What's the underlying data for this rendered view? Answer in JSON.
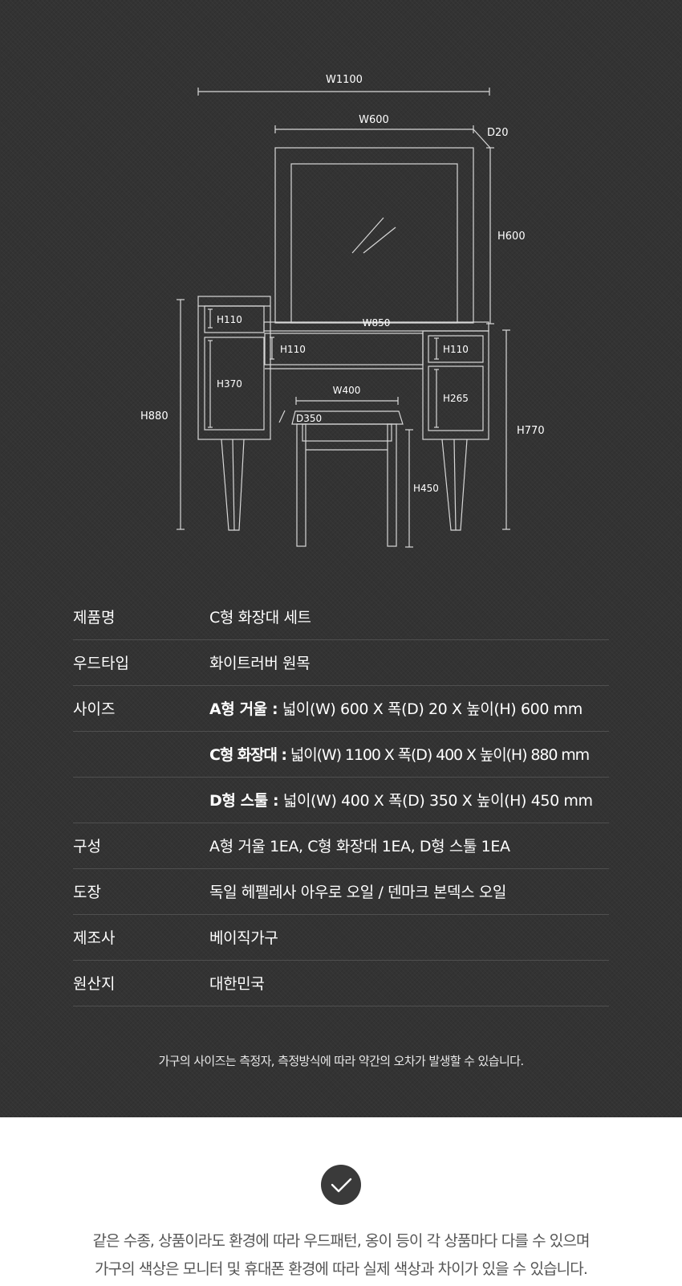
{
  "diagram": {
    "w1100": "W1100",
    "w600": "W600",
    "d20": "D20",
    "h600": "H600",
    "w850": "W850",
    "h110_left": "H110",
    "h370": "H370",
    "h110_center": "H110",
    "h110_right": "H110",
    "h265": "H265",
    "h880": "H880",
    "h770": "H770",
    "w400": "W400",
    "d350": "D350",
    "h450": "H450"
  },
  "spec": {
    "rows": [
      {
        "label": "제품명",
        "value": "C형 화장대 세트"
      },
      {
        "label": "우드타입",
        "value": "화이트러버 원목"
      },
      {
        "label": "사이즈",
        "bold": "A형 거울 :",
        "value": " 넓이(W) 600 X 폭(D) 20 X 높이(H) 600 mm"
      },
      {
        "label": "",
        "bold": "C형 화장대 :",
        "value": " 넓이(W) 1100 X 폭(D) 400 X 높이(H) 880 mm"
      },
      {
        "label": "",
        "bold": "D형 스툴 :",
        "value": " 넓이(W) 400 X 폭(D) 350 X 높이(H) 450 mm"
      },
      {
        "label": "구성",
        "value": "A형 거울 1EA, C형 화장대 1EA, D형 스툴 1EA"
      },
      {
        "label": "도장",
        "value": "독일 헤펠레사 아우로 오일 / 덴마크 본덱스 오일"
      },
      {
        "label": "제조사",
        "value": "베이직가구"
      },
      {
        "label": "원산지",
        "value": "대한민국"
      }
    ]
  },
  "note": "가구의 사이즈는 측정자, 측정방식에 따라 약간의 오차가 발생할 수 있습니다.",
  "notice": {
    "icon": "check-circle-icon",
    "line1": "같은 수종, 상품이라도 환경에 따라 우드패턴, 옹이 등이 각 상품마다 다를 수 있으며",
    "line2": "가구의 색상은 모니터 및 휴대폰 환경에 따라 실제 색상과 차이가 있을 수 있습니다."
  },
  "colors": {
    "dark_background": "#333333",
    "line": "#d8d8d8",
    "text_light": "#ffffff",
    "text_dark": "#555555"
  }
}
